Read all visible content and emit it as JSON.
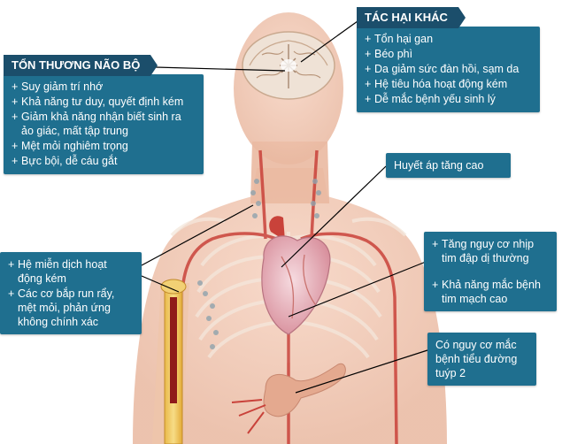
{
  "brain_box": {
    "title": "TỔN THƯƠNG NÃO BỘ",
    "items": [
      "Suy giảm trí nhớ",
      "Khả năng tư duy, quyết định kém",
      "Giảm khả năng nhận biết sinh ra ảo giác, mất tập trung",
      "Mệt mỏi nghiêm trọng",
      "Bực bội, dễ cáu gắt"
    ]
  },
  "other_box": {
    "title": "TÁC HẠI KHÁC",
    "items": [
      "Tổn hại gan",
      "Béo phì",
      "Da giảm sức đàn hồi, sạm da",
      "Hệ tiêu hóa hoạt động kém",
      "Dễ mắc bệnh yếu sinh lý"
    ]
  },
  "blood_pressure": {
    "text": "Huyết áp tăng cao"
  },
  "heart_box": {
    "items": [
      "Tăng nguy cơ nhịp tim đập dị thường",
      "Khả năng mắc bệnh tim mạch cao"
    ]
  },
  "immune_box": {
    "items": [
      "Hệ miễn dịch hoạt động kém",
      "Các cơ bắp run rẩy, mệt mỏi, phản ứng không chính xác"
    ]
  },
  "diabetes_box": {
    "text": "Có nguy cơ mắc bệnh tiểu đường tuýp 2"
  },
  "colors": {
    "panel": "#1f6f8f",
    "title_bar": "#1b4e6b",
    "skin": "#f0c4ac",
    "artery": "#c9423a",
    "heart": "#e7b8c0"
  }
}
